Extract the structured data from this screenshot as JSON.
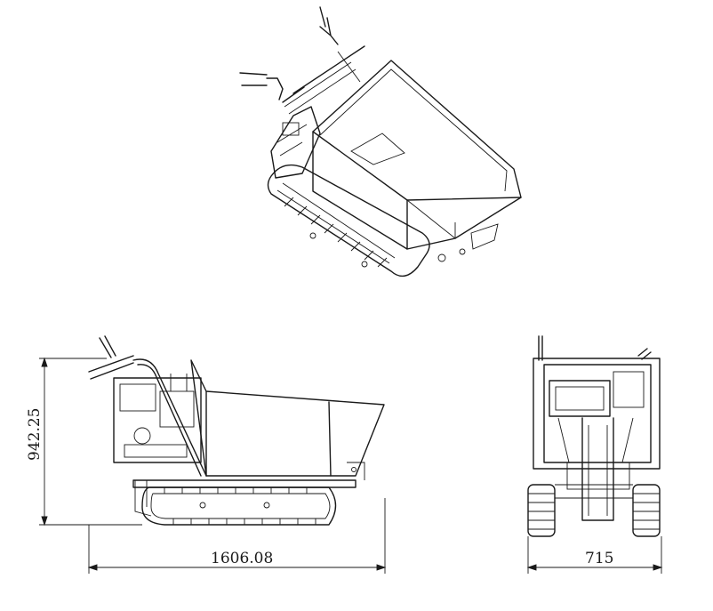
{
  "dimensions": {
    "height": "942.25",
    "length": "1606.08",
    "width": "715"
  },
  "colors": {
    "line": "#1a1a1a",
    "background": "#ffffff"
  }
}
